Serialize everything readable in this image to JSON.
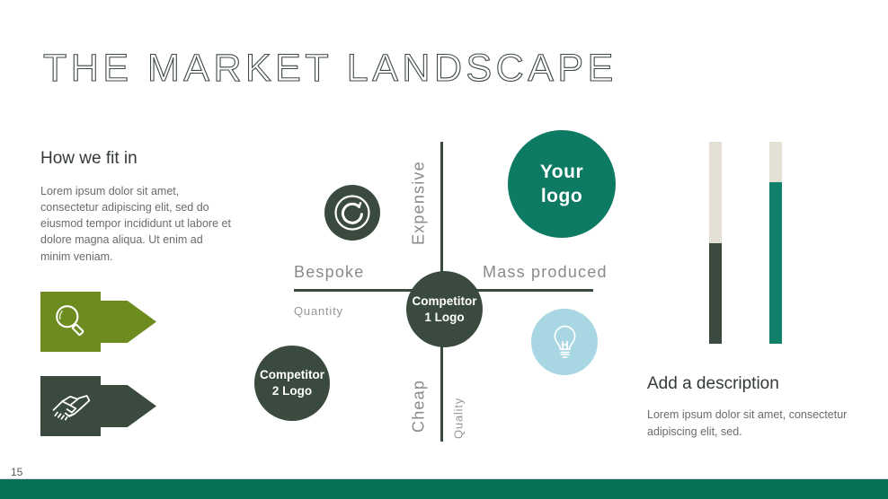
{
  "slide": {
    "title": "THE MARKET LANDSCAPE",
    "page_number": "15"
  },
  "left_panel": {
    "heading": "How we fit in",
    "body": "Lorem ipsum dolor sit amet, consectetur adipiscing elit, sed do eiusmod tempor incididunt ut labore et dolore magna aliqua. Ut enim ad minim veniam.",
    "arrow_icons": [
      "magnifier-icon",
      "handshake-icon"
    ]
  },
  "matrix": {
    "axes": {
      "top": "Expensive",
      "bottom": "Cheap",
      "left": "Bespoke",
      "right": "Mass produced",
      "left_secondary": "Quantity",
      "bottom_secondary": "Quality"
    },
    "bubbles": [
      {
        "name": "your-logo",
        "line1": "Your",
        "line2": "logo",
        "color": "#0d7a64"
      },
      {
        "name": "competitor-1",
        "line1": "Competitor",
        "line2": "1 Logo",
        "color": "#3a4a3e"
      },
      {
        "name": "competitor-2",
        "line1": "Competitor",
        "line2": "2 Logo",
        "color": "#3a4a3e"
      },
      {
        "name": "logo-placeholder",
        "icon": "refresh-c-icon",
        "color": "#3a4a3e"
      },
      {
        "name": "idea-bubble",
        "icon": "lightbulb-icon",
        "color": "#a9d6e3"
      }
    ]
  },
  "right_panel": {
    "heading": "Add a description",
    "body": "Lorem ipsum dolor sit amet, consectetur adipiscing elit, sed."
  },
  "chart_data": {
    "type": "bar",
    "orientation": "vertical",
    "title": "",
    "categories": [
      "bar-1",
      "bar-2"
    ],
    "values": [
      50,
      80
    ],
    "ylim": [
      0,
      100
    ],
    "bars": [
      {
        "filled_pct": 50,
        "fill_color": "#3a4a3e",
        "track_color": "#e4dfd3"
      },
      {
        "filled_pct": 80,
        "fill_color": "#10806a",
        "track_color": "#e4dfd3"
      }
    ]
  },
  "colors": {
    "dark_green": "#3a4a3e",
    "teal": "#0d7a64",
    "footer_teal": "#077158",
    "olive": "#6d8c1f",
    "light_blue": "#a9d6e3",
    "beige": "#e4dfd3",
    "gray_text": "#8a8a8a",
    "heading_text": "#333a36",
    "title_text": "#3e4b43"
  }
}
